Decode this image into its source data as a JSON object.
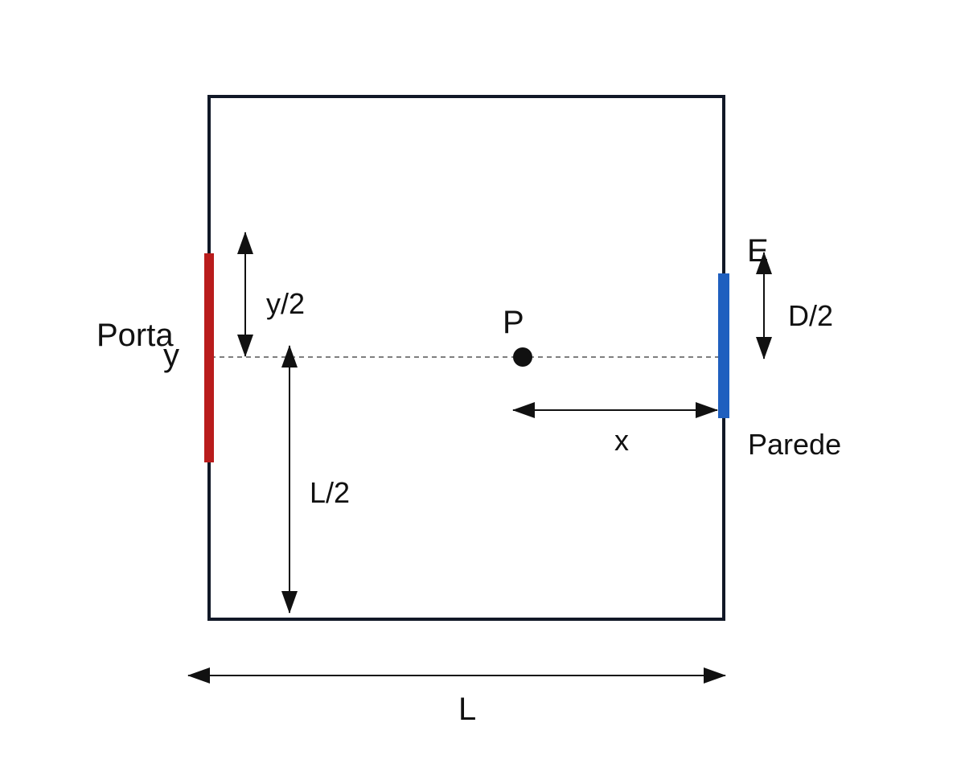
{
  "labels": {
    "porta": "Porta",
    "y": "y",
    "y_half": "y/2",
    "p": "P",
    "e": "E",
    "d_half": "D/2",
    "x": "x",
    "parede": "Parede",
    "l_half": "L/2",
    "l": "L"
  },
  "colors": {
    "outline": "#111827",
    "door": "#b91c1c",
    "wall_segment": "#1f5fbf",
    "arrow": "#111111",
    "dashed": "#555555",
    "point": "#111111"
  }
}
